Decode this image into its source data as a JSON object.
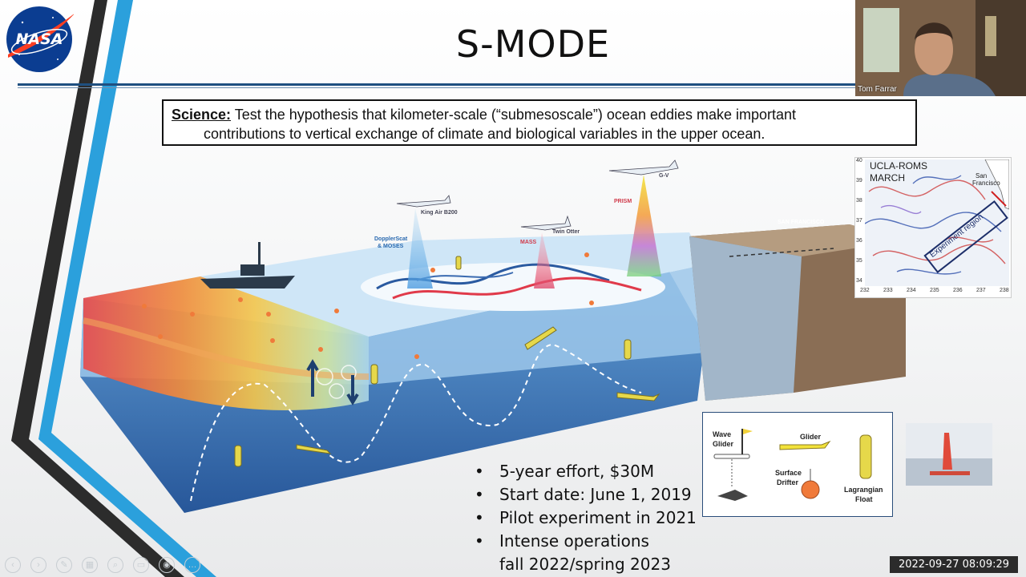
{
  "slide": {
    "title": "S-MODE",
    "science_label": "Science:",
    "science_line1": " Test the hypothesis that kilometer-scale (“submesoscale”) ocean eddies make important",
    "science_line2": "contributions to vertical exchange of climate and biological variables in the upper ocean.",
    "bullets": [
      "5-year effort, $30M",
      "Start date: June 1, 2019",
      "Pilot experiment in 2021",
      "Intense operations"
    ],
    "bullet_cont": "fall 2022/spring 2023",
    "logo_text": "NASA",
    "illustration_labels": {
      "g5": "G-V",
      "king_air": "King Air B200",
      "twin_otter": "Twin Otter",
      "dopplerscat_1": "DopplerScat",
      "dopplerscat_2": "& MOSES",
      "mass": "MASS",
      "prism": "PRISM",
      "san_francisco": "SAN FRANCISCO"
    },
    "legend": {
      "wave_glider_1": "Wave",
      "wave_glider_2": "Glider",
      "glider": "Glider",
      "surface_drifter_1": "Surface",
      "surface_drifter_2": "Drifter",
      "lagrangian_1": "Lagrangian",
      "lagrangian_2": "Float"
    },
    "map": {
      "title_1": "UCLA-ROMS",
      "title_2": "MARCH",
      "sf_1": "San",
      "sf_2": "Francisco",
      "region": "Experiment region",
      "y_ticks": [
        "40",
        "39",
        "38",
        "37",
        "36",
        "35",
        "34"
      ],
      "x_ticks": [
        "232",
        "233",
        "234",
        "235",
        "236",
        "237",
        "238"
      ]
    }
  },
  "video": {
    "participant_name": "Tom Farrar"
  },
  "timestamp": "2022-09-27  08:09:29",
  "colors": {
    "title_rule": "#1f4f80",
    "accent_blue": "#29a3e0",
    "slide_bg": "#ffffff"
  },
  "controls": [
    "prev-icon",
    "next-icon",
    "pen-icon",
    "slides-icon",
    "zoom-icon",
    "subtitle-icon",
    "camera-icon",
    "more-icon"
  ]
}
